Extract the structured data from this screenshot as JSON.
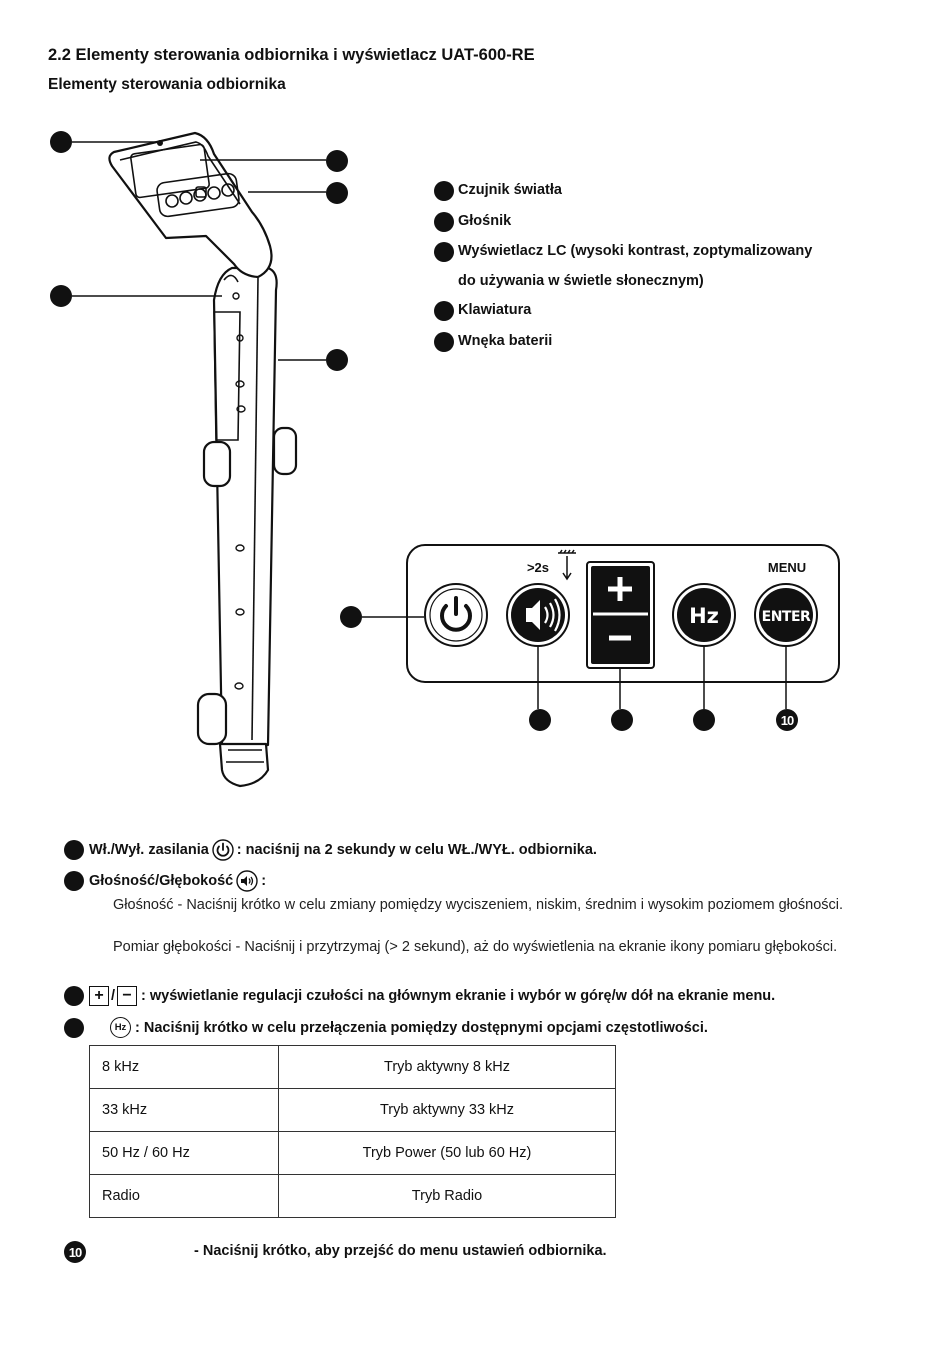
{
  "header": {
    "section_title": "2.2  Elementy sterowania odbiornika i wyświetlacz UAT-600-RE",
    "subtitle": "Elementy sterowania odbiornika"
  },
  "legend": [
    {
      "label": "Czujnik światła"
    },
    {
      "label": "Głośnik"
    },
    {
      "label": "Wyświetlacz LC (wysoki kontrast, zoptymalizowany",
      "continuation": "do używania w świetle słonecznym)"
    },
    {
      "label": "Klawiatura"
    },
    {
      "label": "Wnęka baterii"
    }
  ],
  "keypad": {
    "hold_label": ">2s",
    "menu_label": "MENU",
    "hz_label": "Hz",
    "enter_label": "ENTER",
    "plus_symbol": "+",
    "minus_symbol": "−",
    "callout_10": "10"
  },
  "descriptions": {
    "power": {
      "label": "Wł./Wył. zasilania",
      "text": ": naciśnij na 2 sekundy w celu WŁ./WYŁ. odbiornika."
    },
    "volume": {
      "label": "Głośność/Głębokość",
      "text": ":",
      "para1": "Głośność - Naciśnij krótko w celu zmiany pomiędzy wyciszeniem, niskim, średnim i wysokim poziomem głośności.",
      "para2": "Pomiar głębokości - Naciśnij i przytrzymaj (> 2 sekund), aż do wyświetlenia na ekranie ikony pomiaru głębokości."
    },
    "plusminus": {
      "separator": "/",
      "text": ": wyświetlanie regulacji czułości na głównym ekranie i wybór w górę/w dół na ekranie menu."
    },
    "hz": {
      "icon_label": "Hz",
      "text": ": Naciśnij krótko w celu przełączenia pomiędzy dostępnymi opcjami częstotliwości."
    },
    "enter": {
      "number": "10",
      "text": "- Naciśnij krótko, aby przejść do menu ustawień odbiornika."
    }
  },
  "frequency_table": [
    {
      "freq": "8 kHz",
      "mode": "Tryb aktywny 8 kHz"
    },
    {
      "freq": "33 kHz",
      "mode": "Tryb aktywny 33 kHz"
    },
    {
      "freq": "50 Hz / 60 Hz",
      "mode": "Tryb Power (50 lub 60 Hz)"
    },
    {
      "freq": "Radio",
      "mode": "Tryb Radio"
    }
  ]
}
